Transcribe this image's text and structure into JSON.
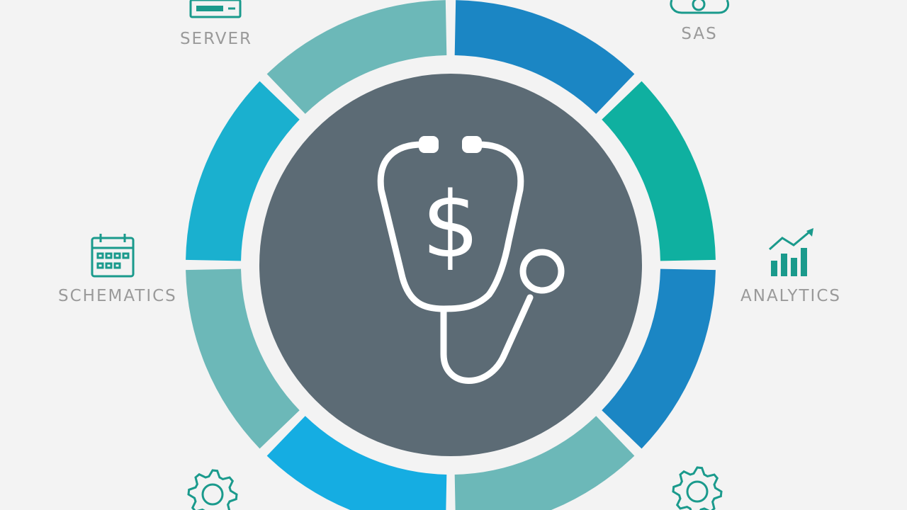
{
  "labels": {
    "server": "SERVER",
    "sas": "SAS",
    "schematics": "SCHEMATICS",
    "analytics": "ANALYTICS"
  },
  "center": {
    "icon": "stethoscope-dollar-icon",
    "symbol": "$",
    "color": "#5c6b75"
  },
  "ring": {
    "segments": [
      {
        "id": "top-left",
        "color": "#1b86c4"
      },
      {
        "id": "top-right",
        "color": "#0fb0a0"
      },
      {
        "id": "right-upper",
        "color": "#1b86c4"
      },
      {
        "id": "right-lower",
        "color": "#6cb8b8"
      },
      {
        "id": "bottom-right",
        "color": "#15ade2"
      },
      {
        "id": "bottom-left",
        "color": "#6cb8b8"
      },
      {
        "id": "left-lower",
        "color": "#1ab0cf"
      },
      {
        "id": "left-upper",
        "color": "#6cb8b8"
      }
    ]
  },
  "icons": {
    "server": "server-icon",
    "sas": "cloud-icon",
    "schematics": "calendar-icon",
    "analytics": "bar-chart-icon",
    "bottom_left": "gear-icon",
    "bottom_right": "gear-icon"
  },
  "colors": {
    "icon_teal": "#1a9a8c",
    "background": "#f3f3f3",
    "label_gray": "#9a9a9a"
  }
}
